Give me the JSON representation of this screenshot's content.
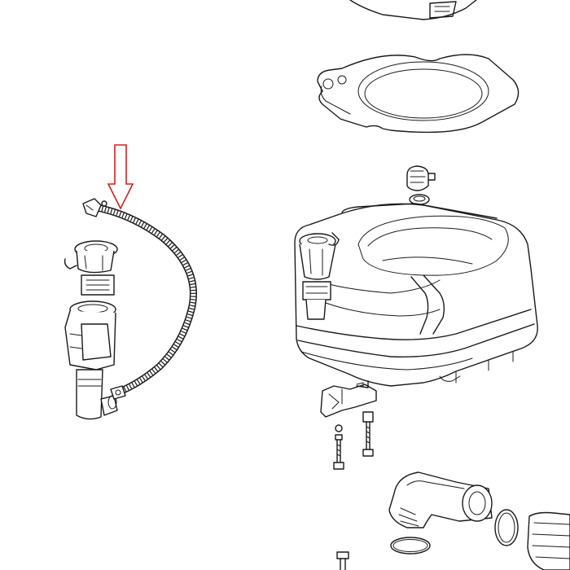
{
  "colors": {
    "line": "#1a1a1a",
    "background": "#ffffff",
    "arrow": "#d81e1e"
  },
  "diagram": {
    "type": "exploded-parts-drawing",
    "highlighted_part": "braided-hose",
    "pointer": "down-arrow"
  }
}
